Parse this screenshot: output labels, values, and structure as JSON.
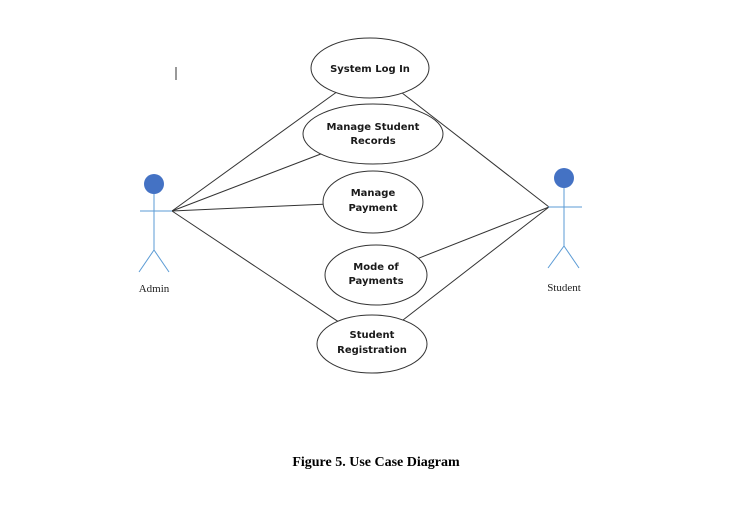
{
  "actors": {
    "admin": {
      "label": "Admin"
    },
    "student": {
      "label": "Student"
    }
  },
  "use_cases": [
    {
      "id": "system-log-in",
      "lines": [
        "System Log In"
      ]
    },
    {
      "id": "manage-student-records",
      "lines": [
        "Manage Student",
        "Records"
      ]
    },
    {
      "id": "manage-payment",
      "lines": [
        "Manage",
        "Payment"
      ]
    },
    {
      "id": "mode-of-payments",
      "lines": [
        "Mode of",
        "Payments"
      ]
    },
    {
      "id": "student-registration",
      "lines": [
        "Student",
        "Registration"
      ]
    }
  ],
  "associations": [
    {
      "actor": "admin",
      "use_case": "system-log-in"
    },
    {
      "actor": "admin",
      "use_case": "manage-student-records"
    },
    {
      "actor": "admin",
      "use_case": "manage-payment"
    },
    {
      "actor": "admin",
      "use_case": "student-registration"
    },
    {
      "actor": "student",
      "use_case": "system-log-in"
    },
    {
      "actor": "student",
      "use_case": "mode-of-payments"
    },
    {
      "actor": "student",
      "use_case": "student-registration"
    }
  ],
  "caption": "Figure 5. Use Case Diagram",
  "colors": {
    "actor_head": "#4472c4",
    "actor_body": "#5b9bd5",
    "line": "#333333"
  }
}
